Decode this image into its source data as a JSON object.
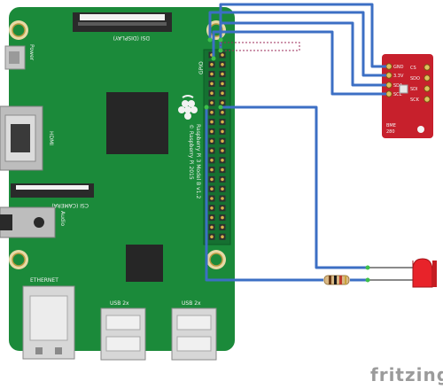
{
  "board": {
    "power_label": "Power",
    "dsi_label": "DSI (DISPLAY)",
    "hdmi_label": "HDMI",
    "csi_label": "CSI (CAMERA)",
    "audio_label": "Audio",
    "ethernet_label": "ETHERNET",
    "usb1_label": "USB 2x",
    "usb2_label": "USB 2x",
    "model_text": "Raspberry Pi 3 Model B v1.2",
    "copyright_text": "© Raspberry Pi 2015",
    "gpio_label": "GPIO"
  },
  "sensor": {
    "pins": [
      "GND",
      "3.3V",
      "SDA",
      "SCL"
    ],
    "pins_right": [
      "CS",
      "SDO",
      "SDI",
      "SCK"
    ],
    "name_line1": "BME",
    "name_line2": "280"
  },
  "watermark": "fritzing",
  "colors": {
    "pcb": "#1b8a3a",
    "pcb_dark": "#157031",
    "wire": "#3c6fc4",
    "sensor": "#c7202c",
    "led": "#e8232a",
    "gold": "#d8b24a"
  }
}
